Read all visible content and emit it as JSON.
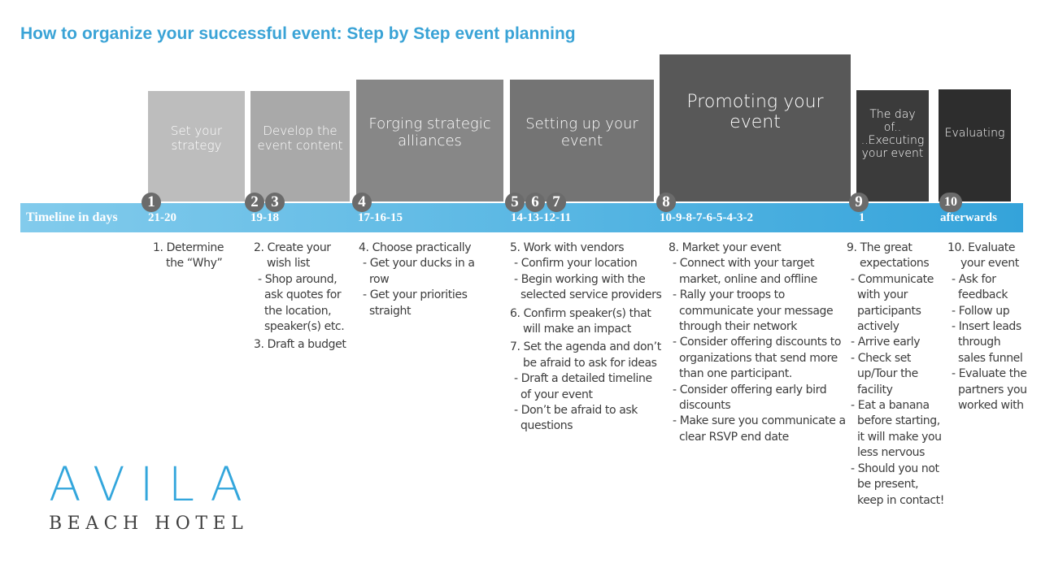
{
  "title": "How to organize your successful event: Step by Step event planning",
  "timeline_label": "Timeline in days",
  "colors": {
    "accent": "#3aa3d6",
    "timeline_start": "#82cbec",
    "timeline_end": "#34a3da"
  },
  "phases": [
    {
      "label": "Set your strategy",
      "color": "#bdbdbd"
    },
    {
      "label": "Develop the event content",
      "color": "#a9a9a9"
    },
    {
      "label": "Forging strategic alliances",
      "color": "#878787"
    },
    {
      "label": "Setting up your event",
      "color": "#747474"
    },
    {
      "label": "Promoting your event",
      "color": "#585858"
    },
    {
      "label": "The day of.. ..Executing your event",
      "color": "#3b3b3b"
    },
    {
      "label": "Evaluating",
      "color": "#2d2d2d"
    }
  ],
  "badges": [
    "1",
    "2",
    "3",
    "4",
    "5",
    "6",
    "7",
    "8",
    "9",
    "10"
  ],
  "days": [
    "21-20",
    "19-18",
    "17-16-15",
    "14-13-12-11",
    "10-9-8-7-6-5-4-3-2",
    "1",
    "afterwards"
  ],
  "columns": [
    [
      {
        "head": "1. Determine the “Why”",
        "subs": []
      }
    ],
    [
      {
        "head": "2. Create your wish list",
        "subs": [
          "- Shop around, ask quotes for the location, speaker(s) etc."
        ]
      },
      {
        "head": "3. Draft a budget",
        "subs": []
      }
    ],
    [
      {
        "head": "4. Choose practically",
        "subs": [
          "- Get your ducks in a row",
          "- Get your priorities straight"
        ]
      }
    ],
    [
      {
        "head": "5. Work with vendors",
        "subs": [
          "- Confirm your location",
          "- Begin working with the selected service providers"
        ]
      },
      {
        "head": "6. Confirm speaker(s) that will make an impact",
        "subs": []
      },
      {
        "head": "7. Set the agenda and don’t be afraid to ask for ideas",
        "subs": [
          "- Draft a detailed timeline of your event",
          "- Don’t be afraid to ask questions"
        ]
      }
    ],
    [
      {
        "head": "8. Market your event",
        "subs": [
          "- Connect with your target market, online and offline",
          "- Rally your troops to communicate your message through their network",
          "- Consider offering discounts to organizations that send more than one participant.",
          "- Consider offering early bird discounts",
          "- Make sure you communicate a clear RSVP end date"
        ]
      }
    ],
    [
      {
        "head": "9. The great expectations",
        "subs": [
          "- Communicate with your participants actively",
          "- Arrive early",
          "- Check set up/Tour the facility",
          "- Eat a banana before starting, it will make you less nervous",
          "- Should you not be present, keep in contact!"
        ]
      }
    ],
    [
      {
        "head": "10. Evaluate your event",
        "subs": [
          "- Ask for feedback",
          "- Follow up",
          "- Insert leads through sales funnel",
          "- Evaluate the partners you worked with"
        ]
      }
    ]
  ],
  "logo": {
    "main": "AVILA",
    "sub": "BEACH HOTEL"
  }
}
